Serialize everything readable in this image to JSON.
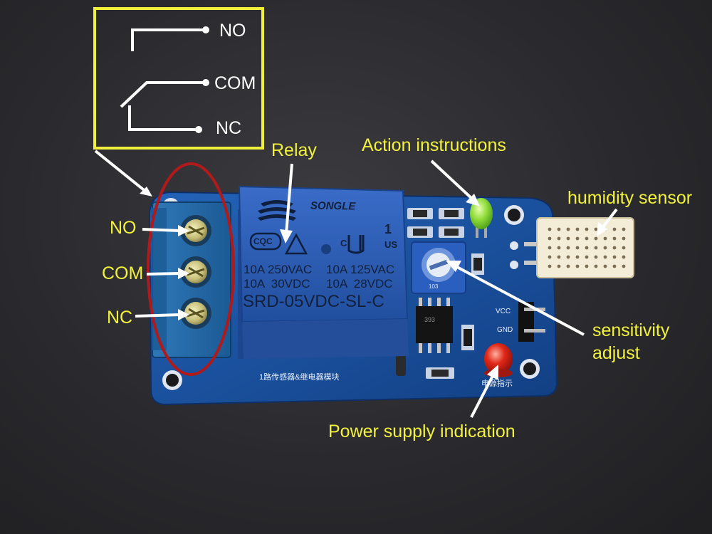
{
  "schematic": {
    "no_label": "NO",
    "com_label": "COM",
    "nc_label": "NC"
  },
  "callouts": {
    "relay": "Relay",
    "action_instructions": "Action instructions",
    "humidity_sensor": "humidity sensor",
    "sensitivity_adjust_line1": "sensitivity",
    "sensitivity_adjust_line2": "adjust",
    "power_supply_indication": "Power supply indication"
  },
  "terminals": {
    "no": "NO",
    "com": "COM",
    "nc": "NC"
  },
  "relay_markings": {
    "brand": "SONGLE",
    "cqc": "CQC",
    "ul_count": "1",
    "c_mark": "C",
    "us_mark": "US",
    "rating_row1_left": "10A 250VAC",
    "rating_row1_right": "10A 125VAC",
    "rating_row2_left": "10A  30VDC",
    "rating_row2_right": "10A  28VDC",
    "model": "SRD-05VDC-SL-C"
  },
  "board_silkscreen": {
    "module_name": "1路传感器&继电器模块",
    "vcc": "VCC",
    "gnd": "GND",
    "power_indicator": "电源指示",
    "pot_code": "103",
    "ic_code": "393"
  },
  "colors": {
    "highlight_yellow": "#f2f23a",
    "schematic_box": "#f0f03a",
    "ellipse_red": "#b01a1a",
    "pcb_blue": "#1b4f9c",
    "relay_blue": "#2a5bb8",
    "arrow_white": "#ffffff"
  },
  "icons": [
    "arrow-icon",
    "led-green-icon",
    "led-red-icon",
    "potentiometer-icon"
  ]
}
